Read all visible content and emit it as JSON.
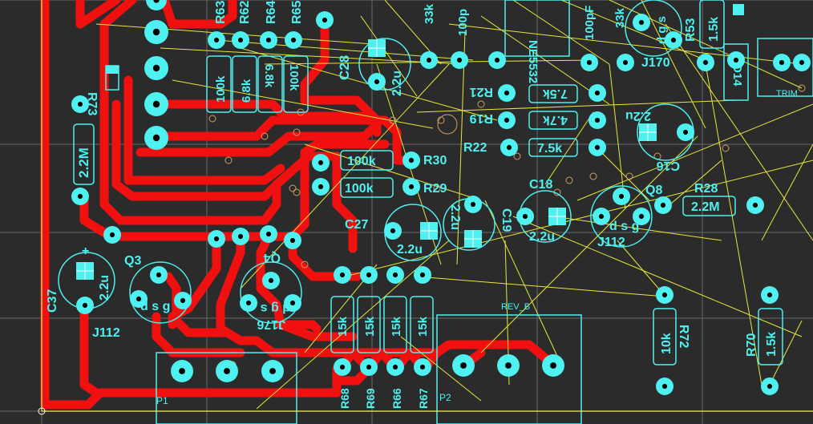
{
  "board": {
    "title": "",
    "colors": {
      "background": "#2b2b2b",
      "grid": "#6a6a6a",
      "track": "#f01010",
      "silkscreen": "#4ef0f0",
      "ratsnest": "#e8e83a",
      "pad_center": "#000000",
      "via_outline": "#d0a060"
    }
  },
  "labels": {
    "r73": "R73",
    "r73_val": "2.2M",
    "r63": "R63",
    "r62": "R62",
    "r64": "R64",
    "r65": "R65",
    "v100k_a": "100k",
    "v68k": "6.8k",
    "v68k_b": "6.8k",
    "v100k_b": "100k",
    "c28": "C28",
    "c28_val": "2.2u",
    "v33k_a": "33k",
    "v100p_a": "100p",
    "ne5532": "NE5532",
    "v100p_b": "100pF",
    "v33k_b": "33k",
    "r53": "R53",
    "v15k_top": "1.5k",
    "j170_top": "J170",
    "gs_top": "d g s",
    "d14": "D14",
    "trim": "TRIM",
    "r21": "R21",
    "v75k_a": "7.5k",
    "r19": "R19",
    "v47k": "4.7k",
    "r22": "R22",
    "v75k_b": "7.5k",
    "c16": "C16",
    "c16_val": "2.2u",
    "r30": "R30",
    "r30_val": "100k",
    "r29": "R29",
    "r29_val": "100k",
    "c18": "C18",
    "q8": "Q8",
    "r28": "R28",
    "r28_val": "2.2M",
    "c19": "C19",
    "c19_val": "2.2u",
    "c18_val": "2.2u",
    "j112_right": "J112",
    "dsg_right": "d s g",
    "c27": "C27",
    "c27_val": "2.2u",
    "c37": "C37",
    "c37_val": "2.2u",
    "plus": "+",
    "q3": "Q3",
    "j112_left": "J112",
    "dsg_left": "d s g",
    "q4": "Q4",
    "j176": "J176",
    "dgs_mid": "d g s",
    "v15k_1": "15k",
    "v15k_2": "15k",
    "v15k_3": "15k",
    "v15k_4": "15k",
    "rev_b": "REV_B",
    "r72": "R72",
    "r72_val": "10k",
    "r70": "R70",
    "r70_val": "1.5k",
    "r68": "R68",
    "r69": "R69",
    "r66": "R66",
    "r67": "R67",
    "p1": "P1",
    "p2": "P2"
  }
}
